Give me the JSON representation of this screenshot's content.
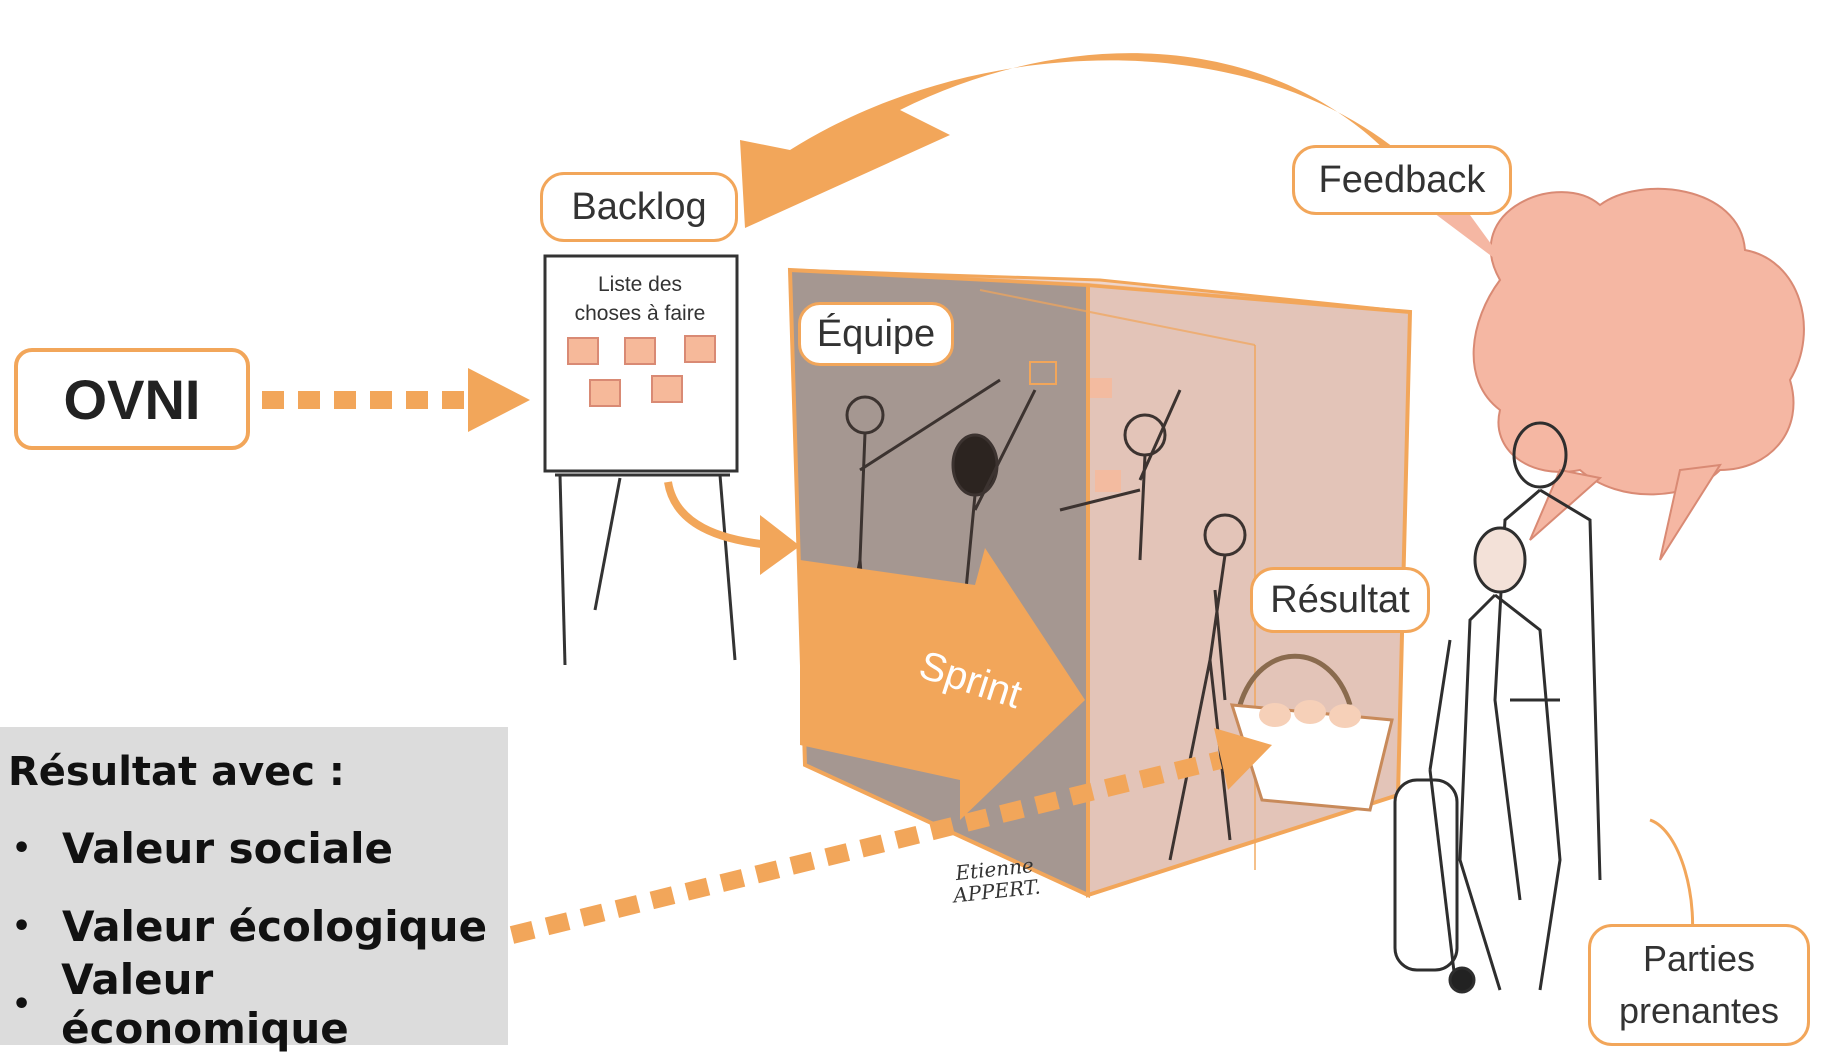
{
  "title": "Sprint diagram",
  "colors": {
    "accent": "#f2a65a",
    "feedback": "#f5b7a3",
    "box": "#8c7a72",
    "panel": "#dcdcdc"
  },
  "source": {
    "label": "OVNI"
  },
  "backlog": {
    "label": "Backlog",
    "board_lines": [
      "Liste des",
      "choses à faire"
    ],
    "cards": 5
  },
  "team": {
    "label": "Équipe"
  },
  "sprint": {
    "label": "Sprint"
  },
  "result": {
    "label": "Résultat"
  },
  "feedback": {
    "label": "Feedback"
  },
  "stakeholders": {
    "label_line1": "Parties",
    "label_line2": "prenantes"
  },
  "signature": {
    "line1": "Etienne",
    "line2": "APPERT."
  },
  "result_panel": {
    "title": "Résultat avec :",
    "items": [
      "Valeur sociale",
      "Valeur écologique",
      "Valeur économique"
    ]
  }
}
